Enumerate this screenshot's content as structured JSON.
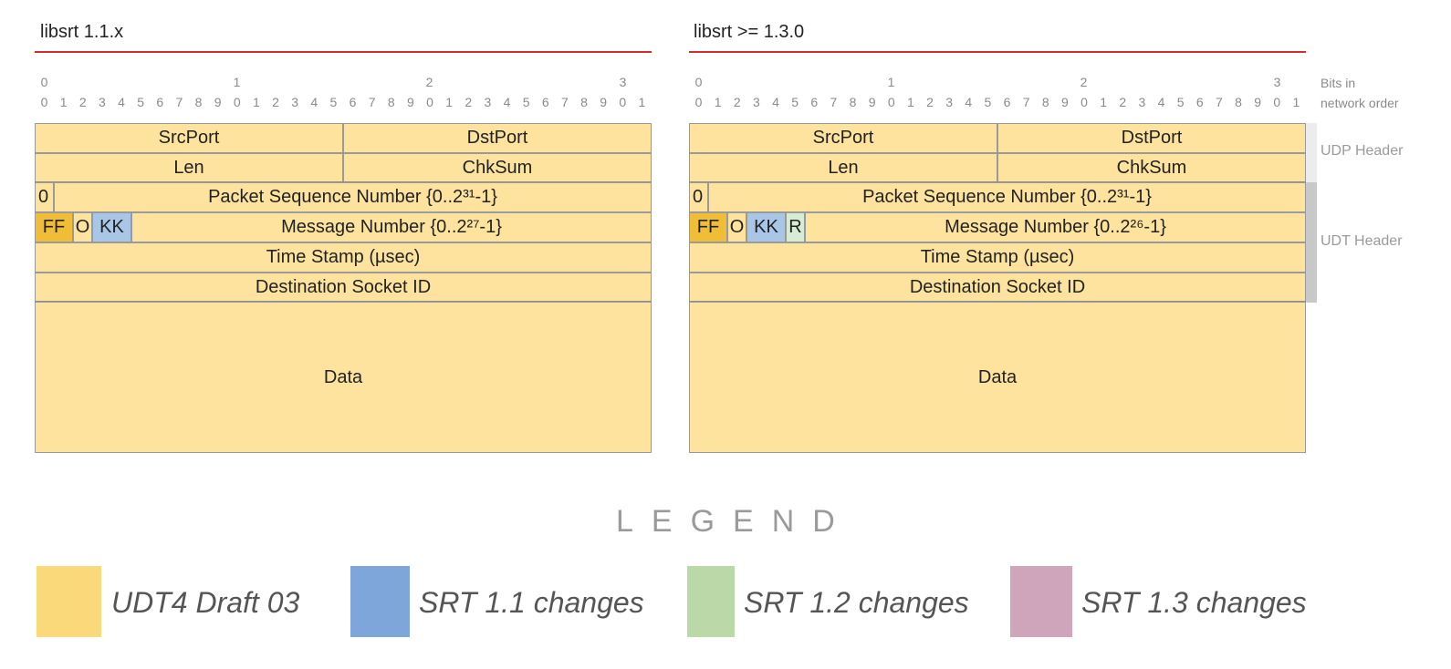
{
  "left": {
    "title": "libsrt 1.1.x",
    "tens": [
      "0",
      "1",
      "2",
      "3"
    ],
    "bits": [
      "0",
      "1",
      "2",
      "3",
      "4",
      "5",
      "6",
      "7",
      "8",
      "9",
      "0",
      "1",
      "2",
      "3",
      "4",
      "5",
      "6",
      "7",
      "8",
      "9",
      "0",
      "1",
      "2",
      "3",
      "4",
      "5",
      "6",
      "7",
      "8",
      "9",
      "0",
      "1"
    ],
    "src_port": "SrcPort",
    "dst_port": "DstPort",
    "len": "Len",
    "chksum": "ChkSum",
    "zero": "0",
    "packet_seq": "Packet Sequence Number {0..2³¹-1}",
    "ff": "FF",
    "o": "O",
    "kk": "KK",
    "message_number": "Message Number {0..2²⁷-1}",
    "time_stamp": "Time Stamp (µsec)",
    "dest_socket": "Destination Socket ID",
    "data": "Data"
  },
  "right": {
    "title": "libsrt >= 1.3.0",
    "tens": [
      "0",
      "1",
      "2",
      "3"
    ],
    "bits": [
      "0",
      "1",
      "2",
      "3",
      "4",
      "5",
      "6",
      "7",
      "8",
      "9",
      "0",
      "1",
      "2",
      "3",
      "4",
      "5",
      "6",
      "7",
      "8",
      "9",
      "0",
      "1",
      "2",
      "3",
      "4",
      "5",
      "6",
      "7",
      "8",
      "9",
      "0",
      "1"
    ],
    "src_port": "SrcPort",
    "dst_port": "DstPort",
    "len": "Len",
    "chksum": "ChkSum",
    "zero": "0",
    "packet_seq": "Packet Sequence Number {0..2³¹-1}",
    "ff": "FF",
    "o": "O",
    "kk": "KK",
    "r": "R",
    "message_number": "Message Number {0..2²⁶-1}",
    "time_stamp": "Time Stamp (µsec)",
    "dest_socket": "Destination Socket ID",
    "data": "Data"
  },
  "side": {
    "bits_line1": "Bits in",
    "bits_line2": "network order",
    "udp_header": "UDP Header",
    "udt_header": "UDT Header"
  },
  "legend": {
    "title": "LEGEND",
    "items": [
      {
        "label": "UDT4 Draft 03",
        "color": "#f9d97a"
      },
      {
        "label": "SRT 1.1 changes",
        "color": "#7ea6da"
      },
      {
        "label": "SRT 1.2 changes",
        "color": "#bad8a8"
      },
      {
        "label": "SRT 1.3 changes",
        "color": "#cfa5bc"
      }
    ]
  },
  "colors": {
    "field": "#fde39d",
    "ff": "#f0bd37",
    "kk": "#a9c6e6",
    "r": "#d7ecd4",
    "title_rule": "#d42b2b"
  }
}
